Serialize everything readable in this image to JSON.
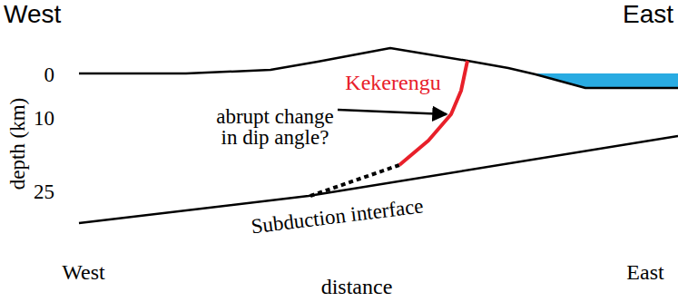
{
  "diagram": {
    "labels": [
      "West",
      "East",
      "0",
      "10",
      "25",
      "depth (km)",
      "Kekerengu",
      "abrupt change in dip angle?",
      "Subduction interface",
      "West",
      "distance",
      "East"
    ]
  }
}
